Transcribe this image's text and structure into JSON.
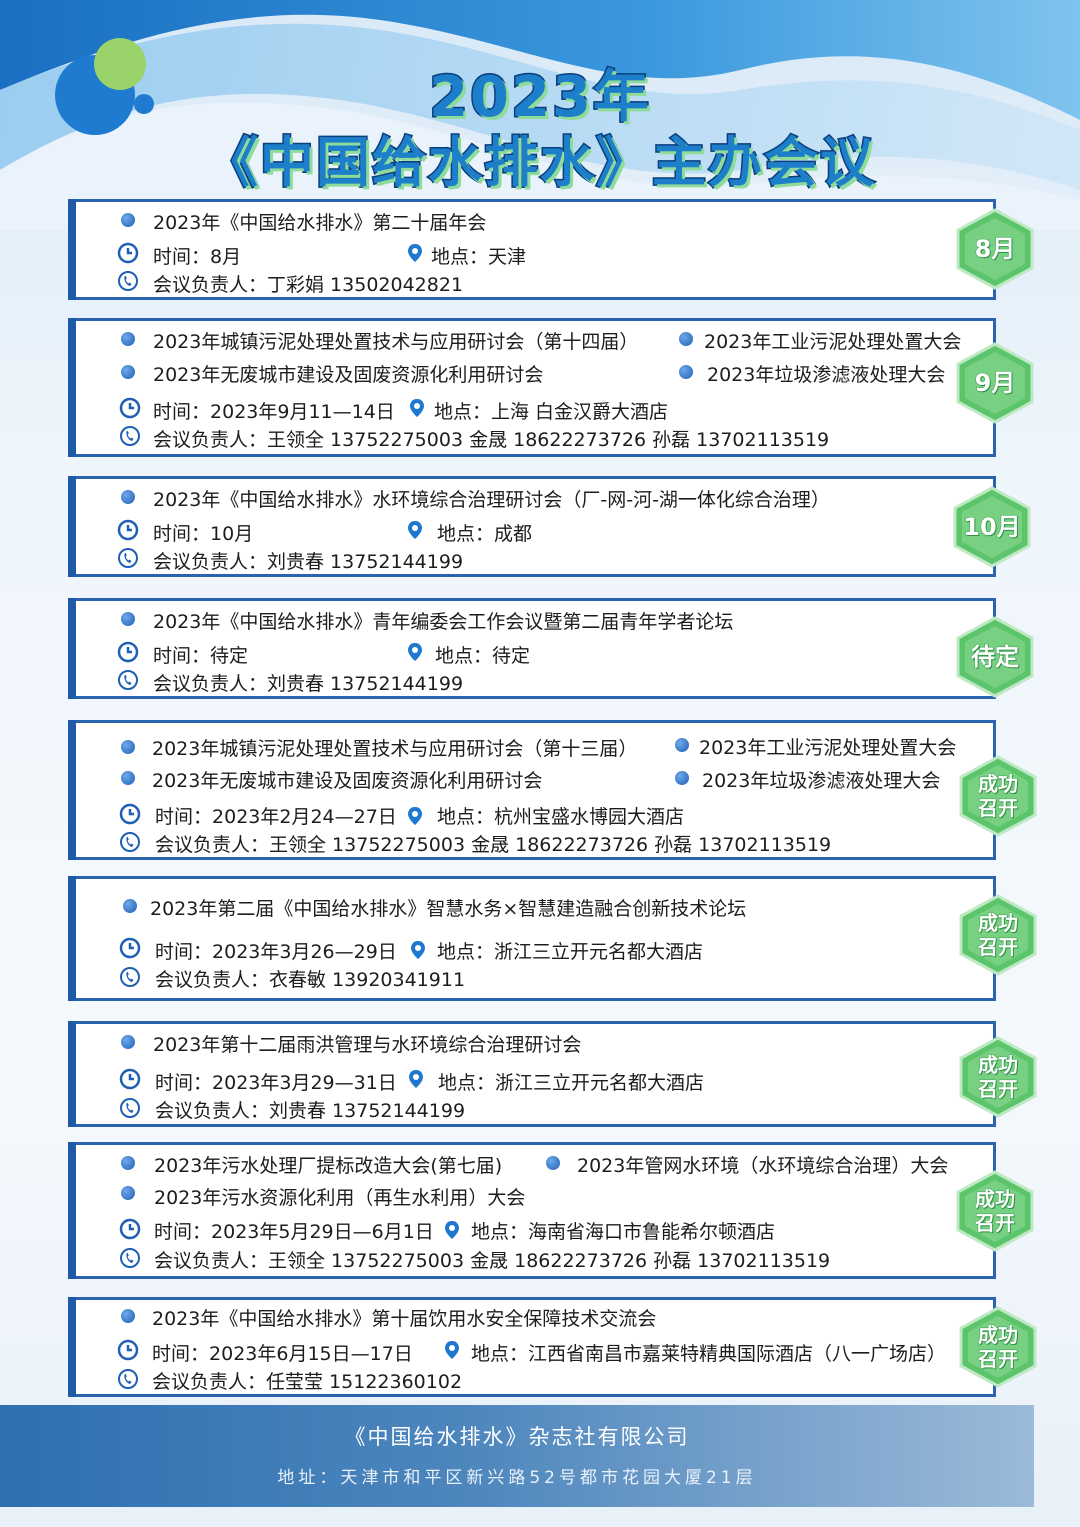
{
  "header": {
    "title_line1": "2023年",
    "title_line2": "《中国给水排水》主办会议"
  },
  "labels": {
    "time": "时间：",
    "place": "地点：",
    "contact": "会议负责人："
  },
  "meetings": [
    {
      "topics": [
        "2023年《中国给水排水》第二十届年会"
      ],
      "time": "8月",
      "place": "天津",
      "contacts": "丁彩娟 13502042821",
      "badge": "8月"
    },
    {
      "topics": [
        "2023年城镇污泥处理处置技术与应用研讨会（第十四届）",
        "2023年工业污泥处理处置大会",
        "2023年无废城市建设及固废资源化利用研讨会",
        "2023年垃圾渗滤液处理大会"
      ],
      "time": "2023年9月11—14日",
      "place": "上海  白金汉爵大酒店",
      "contacts": "王领全 13752275003    金晟 18622273726    孙磊  13702113519",
      "badge": "9月"
    },
    {
      "topics": [
        "2023年《中国给水排水》水环境综合治理研讨会（厂-网-河-湖一体化综合治理）"
      ],
      "time": "10月",
      "place": "成都",
      "contacts": "刘贵春  13752144199",
      "badge": "10月"
    },
    {
      "topics": [
        "2023年《中国给水排水》青年编委会工作会议暨第二届青年学者论坛"
      ],
      "time": "待定",
      "place": "待定",
      "contacts": "刘贵春 13752144199",
      "badge": "待定"
    },
    {
      "topics": [
        "2023年城镇污泥处理处置技术与应用研讨会（第十三届）",
        "2023年工业污泥处理处置大会",
        "2023年无废城市建设及固废资源化利用研讨会",
        "2023年垃圾渗滤液处理大会"
      ],
      "time": "2023年2月24—27日",
      "place": "杭州宝盛水博园大酒店",
      "contacts": "王领全 13752275003    金晟 18622273726    孙磊  13702113519",
      "badge": "成功\n召开"
    },
    {
      "topics": [
        "2023年第二届《中国给水排水》智慧水务×智慧建造融合创新技术论坛"
      ],
      "time": "2023年3月26—29日",
      "place": "浙江三立开元名都大酒店",
      "contacts": "衣春敏  13920341911",
      "badge": "成功\n召开"
    },
    {
      "topics": [
        "2023年第十二届雨洪管理与水环境综合治理研讨会"
      ],
      "time": "2023年3月29—31日",
      "place": "浙江三立开元名都大酒店",
      "contacts": "刘贵春 13752144199",
      "badge": "成功\n召开"
    },
    {
      "topics": [
        "2023年污水处理厂提标改造大会(第七届)",
        "2023年管网水环境（水环境综合治理）大会",
        "2023年污水资源化利用（再生水利用）大会"
      ],
      "time": "2023年5月29日—6月1日",
      "place": "海南省海口市鲁能希尔顿酒店",
      "contacts": "王领全 13752275003    金晟 18622273726    孙磊  13702113519",
      "badge": "成功\n召开"
    },
    {
      "topics": [
        "2023年《中国给水排水》第十届饮用水安全保障技术交流会"
      ],
      "time": "2023年6月15日—17日",
      "place": "江西省南昌市嘉莱特精典国际酒店（八一广场店）",
      "contacts": "任莹莹 15122360102",
      "badge": "成功\n召开"
    }
  ],
  "footer": {
    "company": "《中国给水排水》杂志社有限公司",
    "address": "地址：天津市和平区新兴路52号都市花园大厦21层"
  },
  "colors": {
    "card_border": "#2a64b0",
    "badge_green": "#5cc46a",
    "title_blue": "#1d7fc9",
    "footer_blue": "#2d6fb0"
  }
}
